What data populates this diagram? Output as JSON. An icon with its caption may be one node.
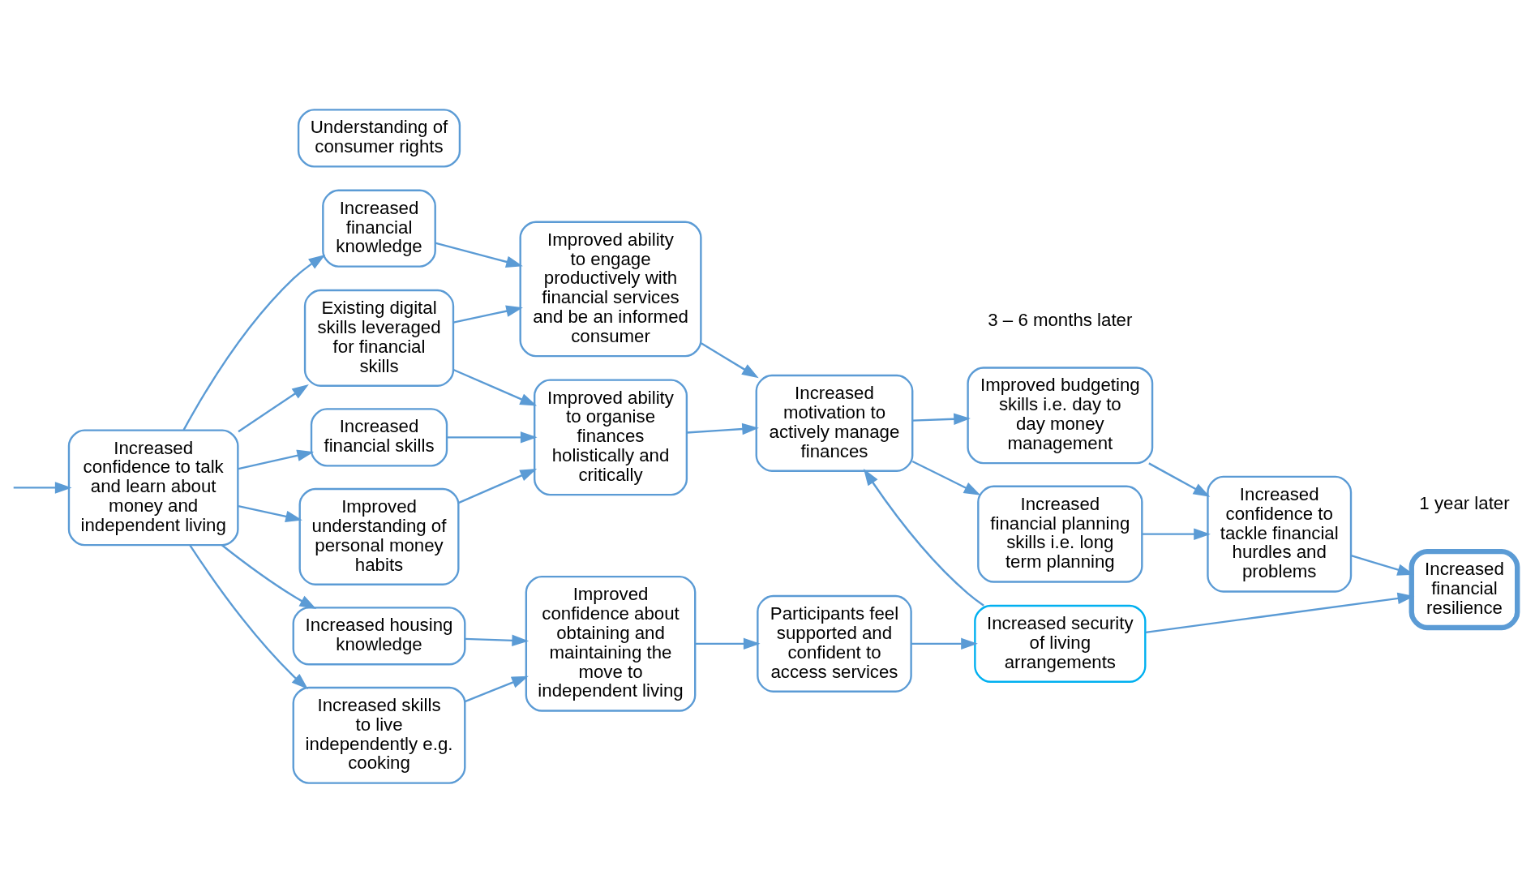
{
  "diagram": {
    "nodes": [
      {
        "text": [
          "Increased confidence to talk and learn about money and independent living"
        ]
      },
      {
        "text": [
          "Increased financial knowledge"
        ]
      },
      {
        "text": [
          "Understanding of consumer rights"
        ]
      },
      {
        "text": [
          "Existing digital skills leveraged for financial  skills"
        ]
      },
      {
        "text": [
          "Increased financial skills"
        ]
      },
      {
        "text": [
          "Improved understanding of personal money habits"
        ]
      },
      {
        "text": [
          "Increased housing knowledge"
        ]
      },
      {
        "text": [
          "Increased skills to live independently e.g. cooking"
        ]
      },
      {
        "text": [
          "Improved ability to engage productively with financial services and be an informed consumer"
        ]
      },
      {
        "text": [
          "Improved ability to organise finances holistically and critically"
        ]
      },
      {
        "text": [
          "Improved confidence about obtaining and maintaining the move to independent living"
        ]
      },
      {
        "text": [
          "Increased motivation to actively manage finances"
        ]
      },
      {
        "text": [
          "Improved budgeting skills i.e. day to day money management"
        ]
      },
      {
        "text": [
          "Increased financial planning skills i.e. long term planning"
        ]
      },
      {
        "text": [
          "Participants feel supported and confident to access services"
        ]
      },
      {
        "text": [
          "Increased security of living arrangements"
        ]
      },
      {
        "text": [
          "Increased confidence to tackle financial hurdles and problems"
        ]
      },
      {
        "text": [
          "Increased financial resilience"
        ]
      }
    ],
    "edges": [
      {
        "from": null,
        "to": 0,
        "arrow": "to"
      },
      {
        "from": 0,
        "to": 1,
        "arrow": "to"
      },
      {
        "from": 0,
        "to": 3,
        "arrow": "to"
      },
      {
        "from": 0,
        "to": 4,
        "arrow": "to"
      },
      {
        "from": 0,
        "to": 5,
        "arrow": "to"
      },
      {
        "from": 0,
        "to": 6,
        "arrow": "to"
      },
      {
        "from": 0,
        "to": 7,
        "arrow": "to"
      },
      {
        "from": 1,
        "to": 8,
        "arrow": "to"
      },
      {
        "from": 3,
        "to": 8,
        "arrow": "to"
      },
      {
        "from": 3,
        "to": 9,
        "arrow": "to"
      },
      {
        "from": 4,
        "to": 9,
        "arrow": "to"
      },
      {
        "from": 5,
        "to": 9,
        "arrow": "to"
      },
      {
        "from": 6,
        "to": 10,
        "arrow": "to"
      },
      {
        "from": 7,
        "to": 10,
        "arrow": "to"
      },
      {
        "from": 8,
        "to": 11,
        "arrow": "to"
      },
      {
        "from": 9,
        "to": 11,
        "arrow": "to"
      },
      {
        "from": 11,
        "to": 12,
        "arrow": "to"
      },
      {
        "from": 11,
        "to": 13,
        "arrow": "to"
      },
      {
        "from": 12,
        "to": 16,
        "arrow": "to"
      },
      {
        "from": 13,
        "to": 16,
        "arrow": "to"
      },
      {
        "from": 16,
        "to": 17,
        "arrow": "to"
      },
      {
        "from": 10,
        "to": 14,
        "arrow": "to"
      },
      {
        "from": 14,
        "to": 15,
        "arrow": "to"
      },
      {
        "from": 15,
        "to": 17,
        "arrow": "to"
      },
      {
        "from": 15,
        "to": 11,
        "arrow": "to"
      }
    ],
    "labels": [
      "3 – 6 months later",
      "1 year later"
    ]
  }
}
